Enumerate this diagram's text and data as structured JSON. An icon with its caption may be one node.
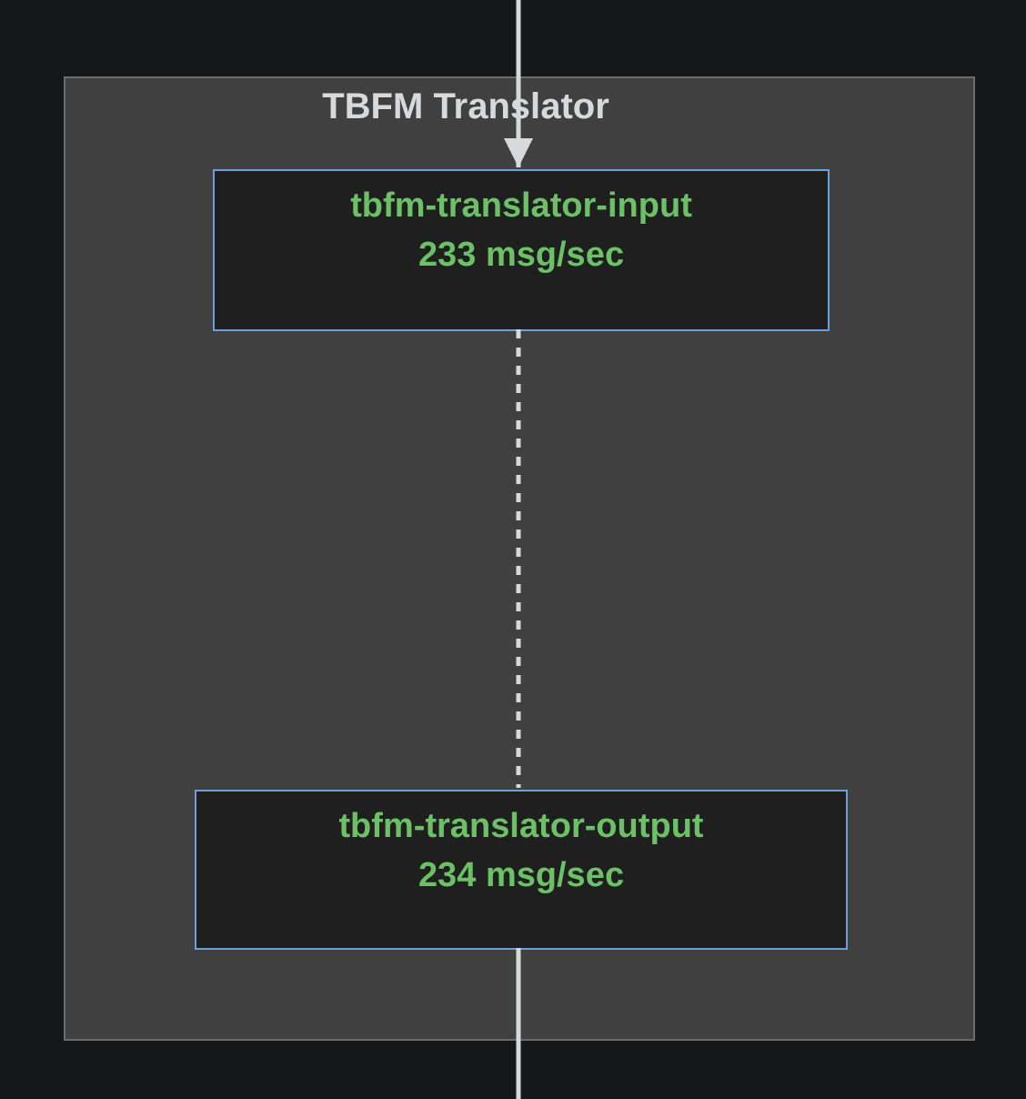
{
  "diagram": {
    "nodes": [
      {
        "text": [
          "TBFM Translator"
        ]
      },
      {
        "text": [
          "tbfm-translator-input",
          "233 msg/sec"
        ],
        "in": 0
      },
      {
        "text": [
          "tbfm-translator-output",
          "234 msg/sec"
        ],
        "in": 0
      }
    ],
    "edges": [
      {
        "from": null,
        "to": 1,
        "arrow": "to"
      },
      {
        "from": 1,
        "to": 2,
        "arrow": "none",
        "style": "dashed"
      },
      {
        "from": 2,
        "to": null,
        "arrow": "none"
      }
    ]
  }
}
